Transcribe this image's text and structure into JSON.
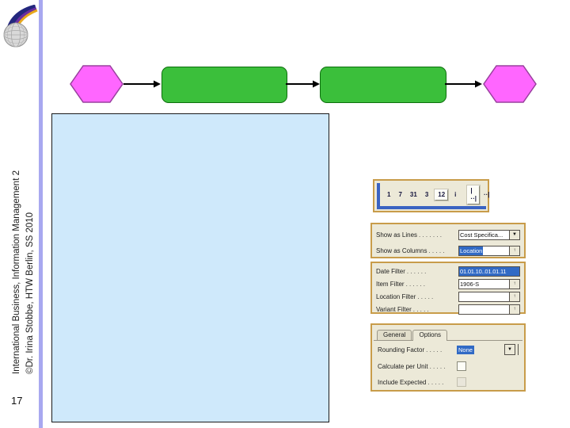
{
  "slide": {
    "page_number": "17",
    "footer_line1": "International Business, Information Management 2",
    "footer_line2": "©Dr. Irina Stobbe, HTW Berlin, SS 2010"
  },
  "colors": {
    "accent_line": "#a8a8f0",
    "hexagon_fill": "#ff66ff",
    "hexagon_border": "#99409e",
    "process_fill": "#3bbf3b",
    "process_border": "#0d6f0d",
    "placeholder_fill": "#cfe9fb",
    "panel_border": "#c89c4a",
    "panel_bg": "#ece9d8",
    "window_border_blue": "#3a63c2",
    "selection_blue": "#316ac5"
  },
  "period_toolbar": {
    "period_buttons": [
      "1",
      "7",
      "31",
      "3",
      "12",
      "i"
    ],
    "selected_period": "12",
    "amount_type_buttons": [
      "|··|",
      "··|"
    ],
    "selected_amount_type": "|··|"
  },
  "show_as_panel": {
    "rows": [
      {
        "label": "Show as Lines",
        "dots": ". . . . . . .",
        "value": "Cost Specifica...",
        "control": "dropdown"
      },
      {
        "label": "Show as Columns",
        "dots": ". . . . .",
        "value": "Location",
        "control": "lookup"
      }
    ]
  },
  "filter_panel": {
    "rows": [
      {
        "label": "Date Filter",
        "dots": ". . . . . .",
        "value": "01.01.10..01.01.11",
        "control": "text"
      },
      {
        "label": "Item Filter",
        "dots": ". . . . . .",
        "value": "1906-S",
        "control": "lookup"
      },
      {
        "label": "Location Filter",
        "dots": ". . . . .",
        "value": "",
        "control": "lookup"
      },
      {
        "label": "Variant Filter",
        "dots": ". . . . .",
        "value": "",
        "control": "lookup"
      }
    ]
  },
  "options_panel": {
    "tabs": [
      "General",
      "Options"
    ],
    "active_tab": "Options",
    "rows": [
      {
        "label": "Rounding Factor",
        "dots": ". . . . .",
        "value": "None",
        "control": "dropdown"
      },
      {
        "label": "Calculate per Unit",
        "dots": ". . . . .",
        "value": "",
        "control": "checkbox"
      },
      {
        "label": "Include Expected",
        "dots": ". . . . .",
        "value": "",
        "control": "checkbox-disabled"
      }
    ]
  }
}
